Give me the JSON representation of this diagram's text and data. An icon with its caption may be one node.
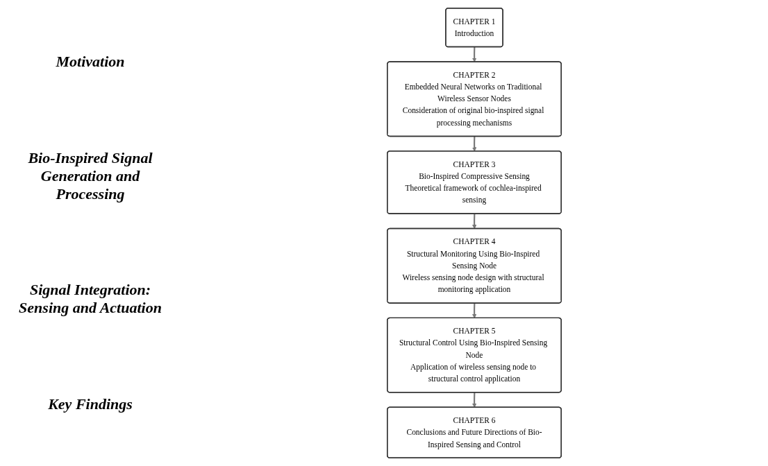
{
  "diagram": {
    "nodes": [
      {
        "text": [
          "CHAPTER 1",
          "Introduction"
        ]
      },
      {
        "text": [
          "CHAPTER 2",
          "Embedded Neural Networks on Traditional Wireless Sensor Nodes",
          "Consideration of original bio-inspired signal processing mechanisms"
        ]
      },
      {
        "text": [
          "CHAPTER 3",
          "Bio-Inspired Compressive Sensing",
          "Theoretical framework of cochlea-inspired sensing"
        ]
      },
      {
        "text": [
          "CHAPTER 4",
          "Structural Monitoring Using Bio-Inspired Sensing Node",
          "Wireless sensing node design with structural monitoring application"
        ]
      },
      {
        "text": [
          "CHAPTER 5",
          "Structural Control Using Bio-Inspired Sensing Node",
          "Application of wireless sensing node to structural control application"
        ]
      },
      {
        "text": [
          "CHAPTER 6",
          "Conclusions and Future Directions of Bio-Inspired Sensing and Control"
        ]
      }
    ],
    "edges": [
      {
        "from": 0,
        "to": 1,
        "arrow": "to"
      },
      {
        "from": 1,
        "to": 2,
        "arrow": "to"
      },
      {
        "from": 2,
        "to": 3,
        "arrow": "to"
      },
      {
        "from": 3,
        "to": 4,
        "arrow": "to"
      },
      {
        "from": 4,
        "to": 5,
        "arrow": "to"
      }
    ],
    "labels": [
      "Motivation",
      "Bio-Inspired Signal Generation and Processing",
      "Signal Integration: Sensing and Actuation",
      "Key Findings"
    ]
  }
}
